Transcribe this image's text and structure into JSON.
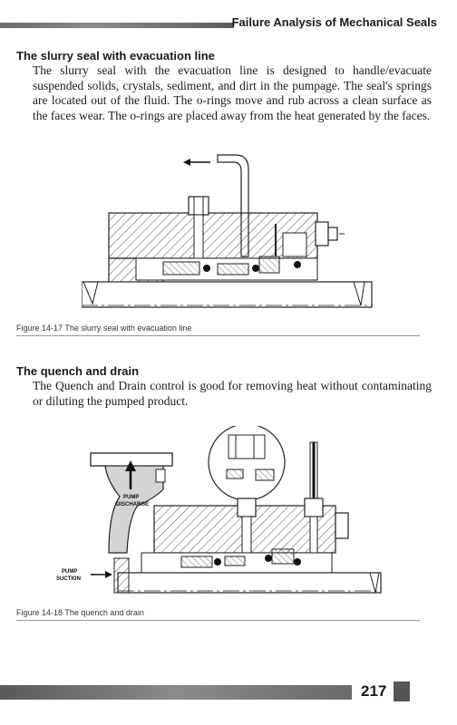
{
  "header": {
    "title": "Failure Analysis of Mechanical Seals"
  },
  "section1": {
    "heading": "The slurry seal with evacuation line",
    "paragraph": "The slurry seal with the evacuation line is designed to handle/evacuate suspended solids, crystals, sediment, and dirt in the pumpage. The seal's springs are located out of the fluid. The o-rings move and rub across a clean surface as the faces wear. The o-rings are placed away from the heat generated by the faces.",
    "figure_caption": "Figure 14-17 The slurry seal with evacuation line"
  },
  "section2": {
    "heading": "The quench and drain",
    "paragraph": "The Quench and Drain control is good for removing heat without contaminating or diluting the pumped product.",
    "figure_caption": "Figure 14-18 The quench and drain",
    "labels": {
      "discharge_line1": "PUMP",
      "discharge_line2": "DISCHARGE",
      "suction_line1": "PUMP",
      "suction_line2": "SUCTION"
    }
  },
  "footer": {
    "page_number": "217"
  }
}
